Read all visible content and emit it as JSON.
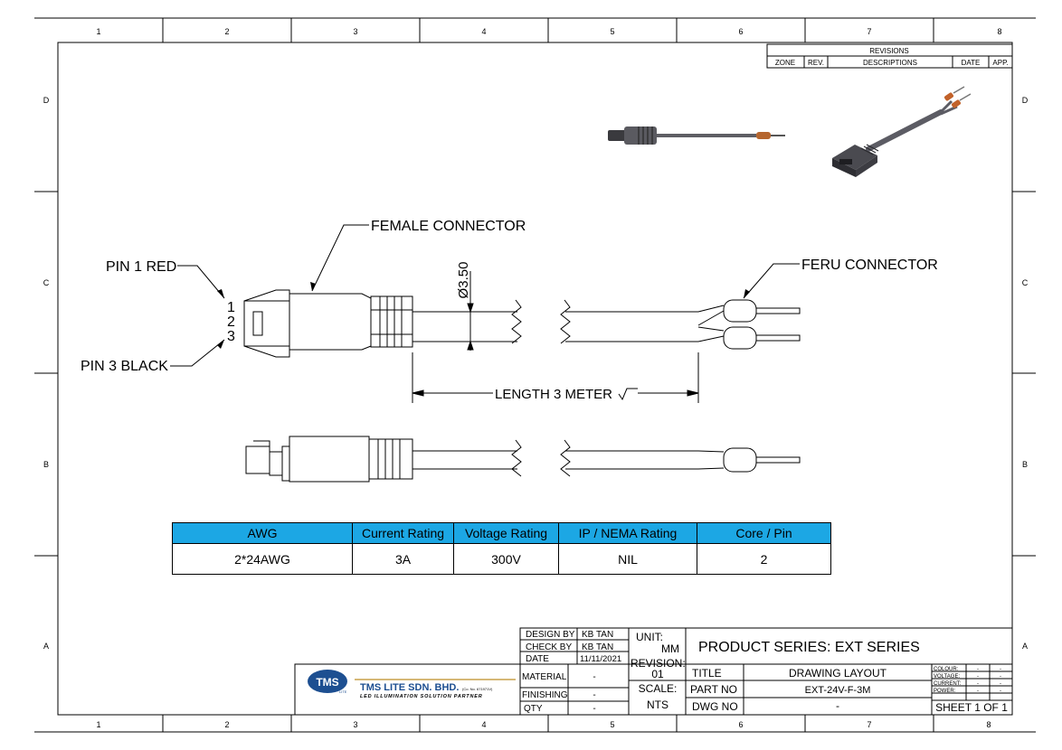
{
  "border": {
    "columns": [
      "1",
      "2",
      "3",
      "4",
      "5",
      "6",
      "7",
      "8"
    ],
    "rows": [
      "D",
      "C",
      "B",
      "A"
    ]
  },
  "revisions": {
    "title": "REVISIONS",
    "headers": [
      "ZONE",
      "REV.",
      "DESCRIPTIONS",
      "DATE",
      "APP."
    ]
  },
  "callouts": {
    "female_connector": "FEMALE CONNECTOR",
    "feru_connector": "FERU CONNECTOR",
    "pin1": "PIN 1 RED",
    "pin3": "PIN 3 BLACK",
    "pin_numbers": [
      "1",
      "2",
      "3"
    ],
    "diameter": "Ø3.50",
    "length": "LENGTH 3 METER"
  },
  "spec_table": {
    "headers": [
      "AWG",
      "Current Rating",
      "Voltage Rating",
      "IP / NEMA Rating",
      "Core / Pin"
    ],
    "row": [
      "2*24AWG",
      "3A",
      "300V",
      "NIL",
      "2"
    ]
  },
  "title_block": {
    "company": "TMS LITE SDN. BHD.",
    "company_reg": "(Co. No. 671971V)",
    "tagline": "LED ILLUMINATION SOLUTION PARTNER",
    "logo_text": "TMS",
    "logo_sub": "LITE",
    "design_by_label": "DESIGN BY",
    "design_by": "KB TAN",
    "check_by_label": "CHECK BY",
    "check_by": "KB TAN",
    "date_label": "DATE",
    "date": "11/11/2021",
    "material_label": "MATERIAL",
    "material": "-",
    "finishing_label": "FINISHING",
    "finishing": "-",
    "qty_label": "QTY",
    "qty": "-",
    "unit_label": "UNIT:",
    "unit": "MM",
    "revision_label": "REVISION:",
    "revision": "01",
    "scale_label": "SCALE:",
    "scale": "NTS",
    "product_series": "PRODUCT SERIES: EXT SERIES",
    "title_label": "TITLE",
    "title": "DRAWING LAYOUT",
    "part_no_label": "PART NO",
    "part_no": "EXT-24V-F-3M",
    "dwg_no_label": "DWG NO",
    "dwg_no": "-",
    "props": [
      {
        "label": "COLOUR:",
        "a": "-",
        "b": "-"
      },
      {
        "label": "VOLTAGE:",
        "a": "-",
        "b": "-"
      },
      {
        "label": "CURRENT:",
        "a": "-",
        "b": "-"
      },
      {
        "label": "POWER:",
        "a": "-",
        "b": "-"
      }
    ],
    "sheet": "SHEET 1 OF 1"
  },
  "colors": {
    "table_header": "#1ca7e4",
    "logo_blue": "#1d4f91",
    "logo_gold": "#c8a04a"
  }
}
